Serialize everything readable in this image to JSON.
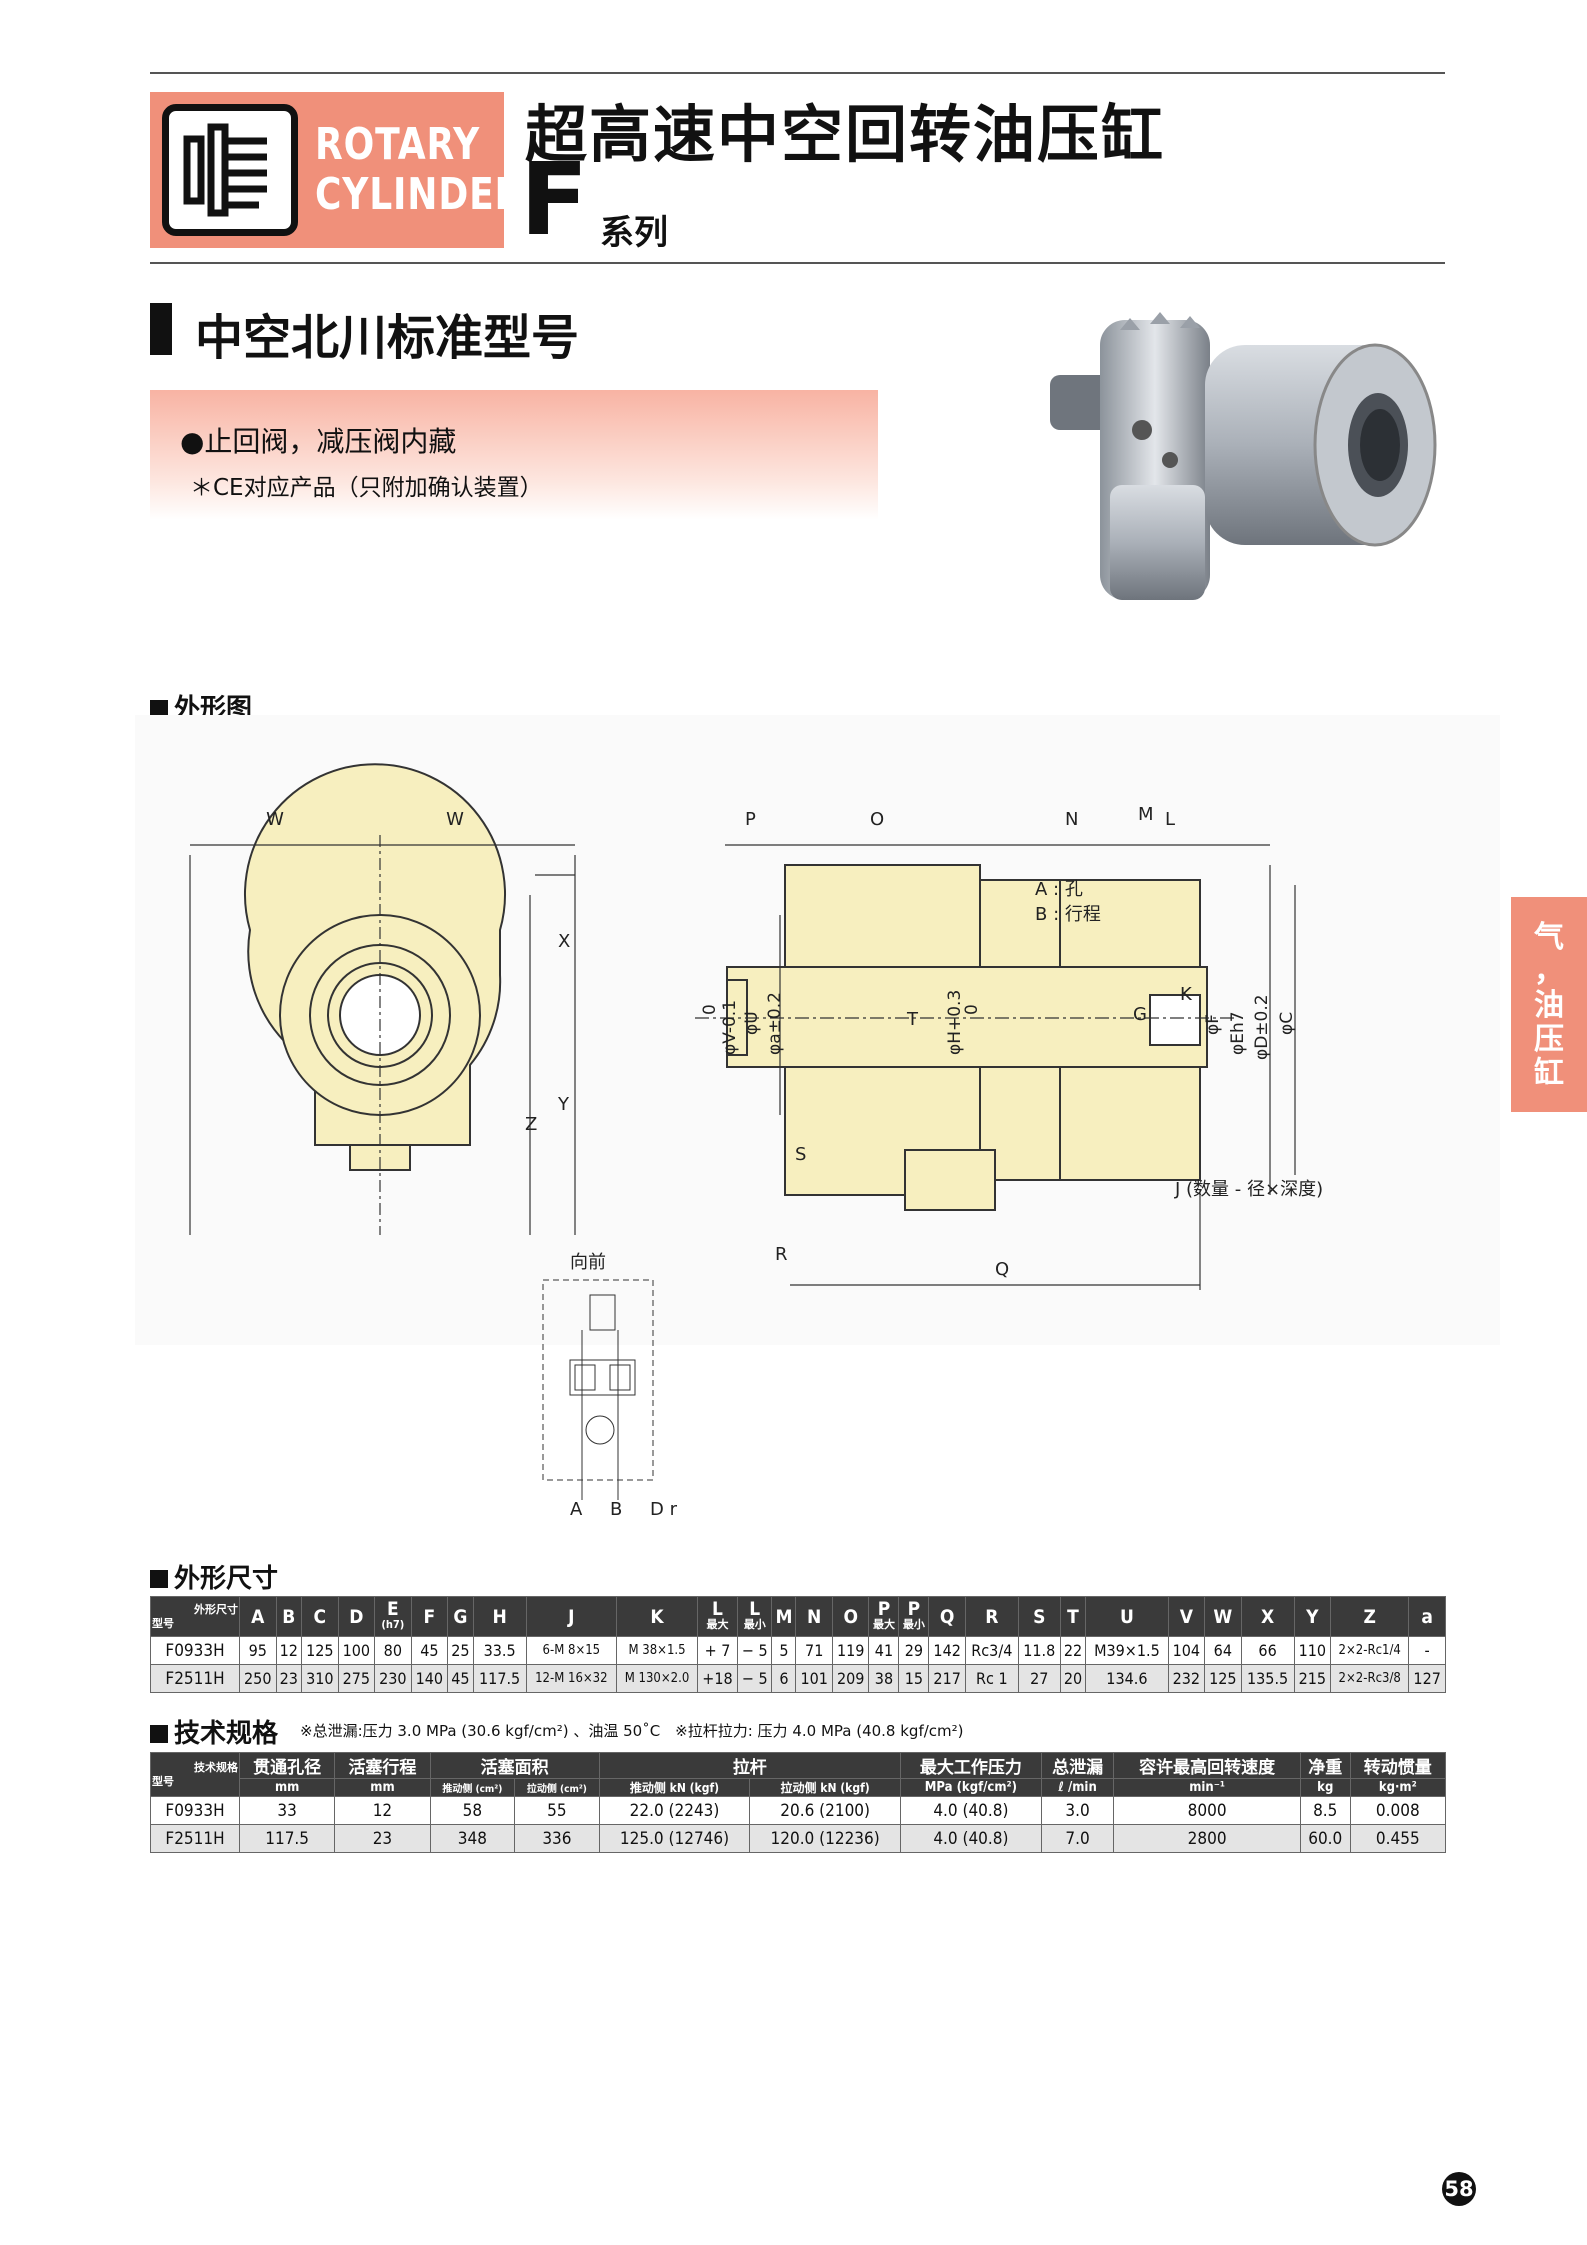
{
  "header": {
    "logo_line1": "ROTARY",
    "logo_line2": "CYLINDER",
    "title": "超高速中空回转油压缸",
    "series_letter": "F",
    "series_label": "系列"
  },
  "section": {
    "title": "中空北川标准型号",
    "feature1": "●止回阀，减压阀内藏",
    "feature2": "＊CE对应产品（只附加确认装置）"
  },
  "drawing": {
    "heading": "外形图",
    "labels": {
      "W1": "W",
      "W2": "W",
      "P": "P",
      "O": "O",
      "N": "N",
      "M": "M",
      "L": "L",
      "X": "X",
      "Y": "Y",
      "Z": "Z",
      "S": "S",
      "R": "R",
      "Q": "Q",
      "K": "K",
      "G": "G",
      "T": "T",
      "V": "φV-0.1",
      "V_upper": "0",
      "U": "φU",
      "a": "φa±0.2",
      "H": "φH+0.3",
      "H_lower": "0",
      "F": "φF",
      "E": "φEh7",
      "D": "φD±0.2",
      "C": "φC",
      "A_note": "A : 孔",
      "B_note": "B : 行程",
      "J_note": "J (数量 - 径×深度)",
      "front": "向前",
      "port_a": "A",
      "port_b": "B",
      "port_dr": "D r"
    }
  },
  "dims_table": {
    "heading": "外形尺寸",
    "corner_top": "外形尺寸",
    "corner_bottom": "型号",
    "headers": [
      {
        "main": "A",
        "sub": ""
      },
      {
        "main": "B",
        "sub": ""
      },
      {
        "main": "C",
        "sub": ""
      },
      {
        "main": "D",
        "sub": ""
      },
      {
        "main": "E",
        "sub": "(h7)"
      },
      {
        "main": "F",
        "sub": ""
      },
      {
        "main": "G",
        "sub": ""
      },
      {
        "main": "H",
        "sub": ""
      },
      {
        "main": "J",
        "sub": ""
      },
      {
        "main": "K",
        "sub": ""
      },
      {
        "main": "L",
        "sub": "最大"
      },
      {
        "main": "L",
        "sub": "最小"
      },
      {
        "main": "M",
        "sub": ""
      },
      {
        "main": "N",
        "sub": ""
      },
      {
        "main": "O",
        "sub": ""
      },
      {
        "main": "P",
        "sub": "最大"
      },
      {
        "main": "P",
        "sub": "最小"
      },
      {
        "main": "Q",
        "sub": ""
      },
      {
        "main": "R",
        "sub": ""
      },
      {
        "main": "S",
        "sub": ""
      },
      {
        "main": "T",
        "sub": ""
      },
      {
        "main": "U",
        "sub": ""
      },
      {
        "main": "V",
        "sub": ""
      },
      {
        "main": "W",
        "sub": ""
      },
      {
        "main": "X",
        "sub": ""
      },
      {
        "main": "Y",
        "sub": ""
      },
      {
        "main": "Z",
        "sub": ""
      },
      {
        "main": "a",
        "sub": ""
      }
    ],
    "rows": [
      {
        "model": "F0933H",
        "cells": [
          "95",
          "12",
          "125",
          "100",
          "80",
          "45",
          "25",
          "33.5",
          "6-M 8×15",
          "M 38×1.5",
          "+ 7",
          "− 5",
          "5",
          "71",
          "119",
          "41",
          "29",
          "142",
          "Rc3/4",
          "11.8",
          "22",
          "M39×1.5",
          "104",
          "64",
          "66",
          "110",
          "2×2-Rc1/4",
          "-"
        ]
      },
      {
        "model": "F2511H",
        "cells": [
          "250",
          "23",
          "310",
          "275",
          "230",
          "140",
          "45",
          "117.5",
          "12-M 16×32",
          "M 130×2.0",
          "+18",
          "− 5",
          "6",
          "101",
          "209",
          "38",
          "15",
          "217",
          "Rc 1",
          "27",
          "20",
          "134.6",
          "232",
          "125",
          "135.5",
          "215",
          "2×2-Rc3/8",
          "127"
        ]
      }
    ]
  },
  "spec_table": {
    "heading": "技术规格",
    "note": "※总泄漏:压力 3.0 MPa (30.6 kgf/cm²) 、油温 50˚C　※拉杆拉力:  压力 4.0 MPa (40.8 kgf/cm²)",
    "corner_top": "技术规格",
    "corner_bottom": "型号",
    "headers": {
      "bore": "贯通孔径",
      "bore_unit": "mm",
      "stroke": "活塞行程",
      "stroke_unit": "mm",
      "area": "活塞面积",
      "area_push": "推动侧 (cm²)",
      "area_pull": "拉动侧 (cm²)",
      "rod": "拉杆",
      "rod_push": "推动侧 kN (kgf)",
      "rod_pull": "拉动侧 kN (kgf)",
      "pressure": "最大工作压力",
      "pressure_unit": "MPa (kgf/cm²)",
      "leak": "总泄漏",
      "leak_unit": "ℓ /min",
      "speed": "容许最高回转速度",
      "speed_unit": "min⁻¹",
      "weight": "净重",
      "weight_unit": "kg",
      "inertia": "转动惯量",
      "inertia_unit": "kg·m²"
    },
    "rows": [
      {
        "model": "F0933H",
        "cells": [
          "33",
          "12",
          "58",
          "55",
          "22.0 (2243)",
          "20.6 (2100)",
          "4.0 (40.8)",
          "3.0",
          "8000",
          "8.5",
          "0.008"
        ]
      },
      {
        "model": "F2511H",
        "cells": [
          "117.5",
          "23",
          "348",
          "336",
          "125.0 (12746)",
          "120.0 (12236)",
          "4.0 (40.8)",
          "7.0",
          "2800",
          "60.0",
          "0.455"
        ]
      }
    ]
  },
  "side_tab": {
    "line1": "气",
    "line2": "，",
    "line3": "油",
    "line4": "压",
    "line5": "缸"
  },
  "page_number": "58",
  "colors": {
    "accent": "#f0907a",
    "part_fill": "#f7efbf",
    "header_dark": "#3a3a3a"
  }
}
